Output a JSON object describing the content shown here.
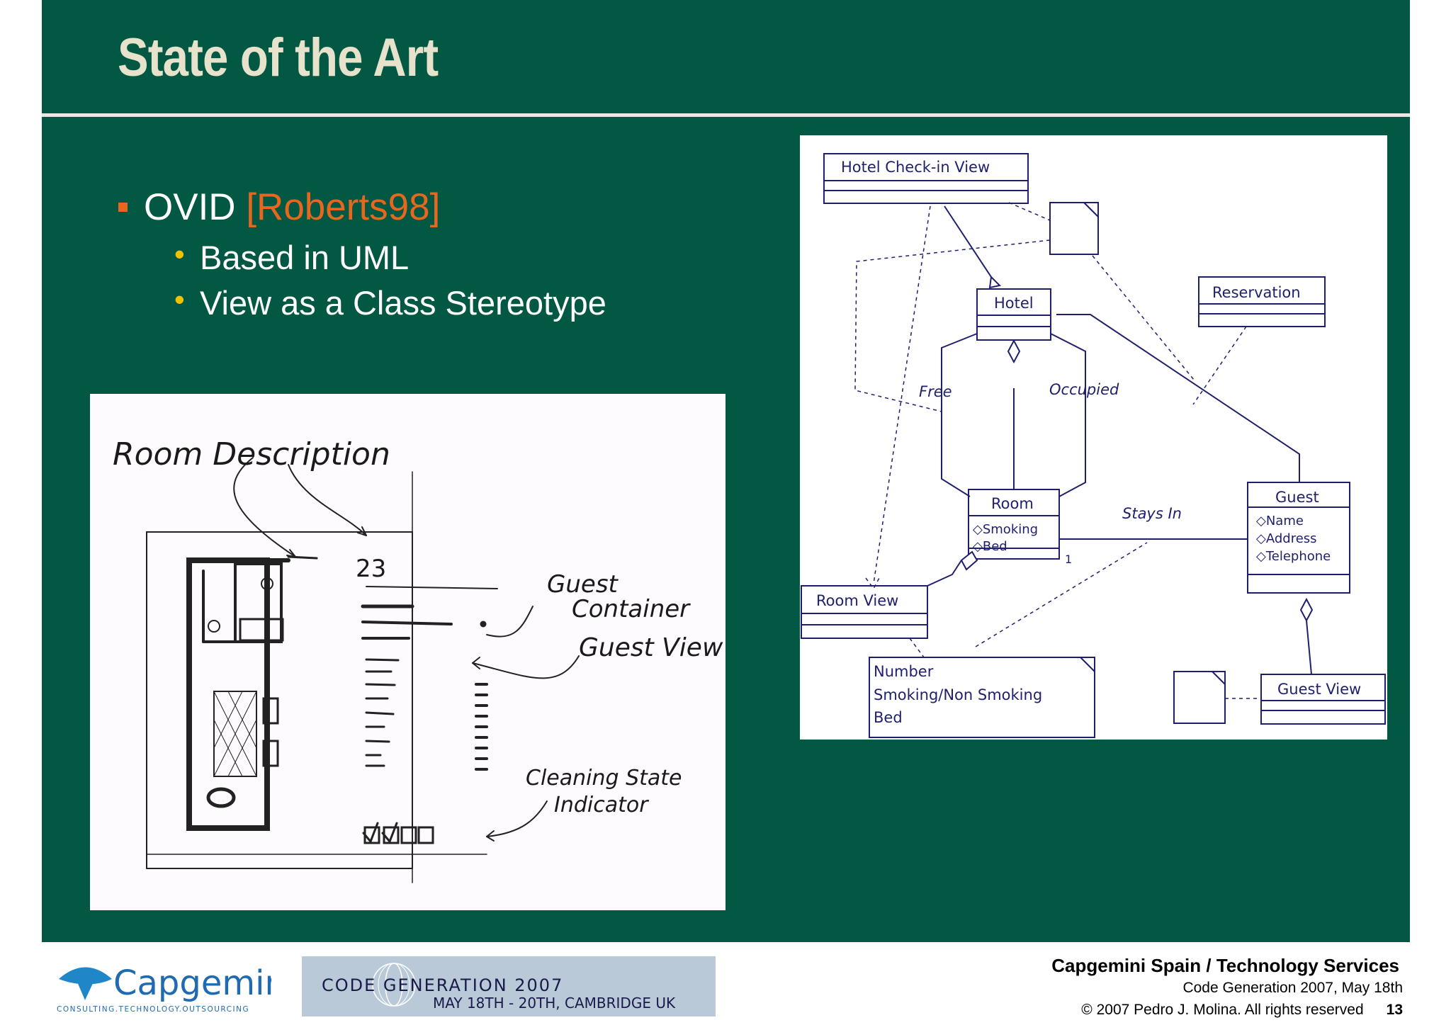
{
  "slide": {
    "title": "State of the Art",
    "bullet": {
      "text": "OVID ",
      "ref": "[Roberts98]"
    },
    "subbullets": [
      "Based in UML",
      "View as a Class Stereotype"
    ],
    "bullet_marker_color": "#e8671f",
    "sub_marker": "•",
    "sub_marker_color": "#f2c200",
    "background_color": "#035843"
  },
  "sketch": {
    "room_description": "Room Description",
    "room_number": "23",
    "guest_container": [
      "Guest",
      "Container"
    ],
    "guest_view": "Guest View",
    "cleaning": [
      "Cleaning State",
      "Indicator"
    ]
  },
  "uml": {
    "hotel_checkin_view": "Hotel Check-in View",
    "hotel": "Hotel",
    "reservation": "Reservation",
    "free": "Free",
    "occupied": "Occupied",
    "room": "Room",
    "room_attrs": [
      "◇Smoking",
      "◇Bed"
    ],
    "stays_in": "Stays In",
    "one": "1",
    "guest": "Guest",
    "guest_attrs": [
      "◇Name",
      "◇Address",
      "◇Telephone"
    ],
    "room_view": "Room View",
    "note_lines": [
      "Number",
      "Smoking/Non Smoking",
      "Bed"
    ],
    "guest_view": "Guest View"
  },
  "footer": {
    "logo": "Capgemini",
    "logo_tagline": "CONSULTING.TECHNOLOGY.OUTSOURCING",
    "banner_line1": "CODE GENERATION 2007",
    "banner_line2": "MAY 18TH - 20TH, CAMBRIDGE UK",
    "org": "Capgemini Spain / Technology Services",
    "event": "Code Generation 2007, May 18th",
    "copyright": "© 2007 Pedro J. Molina. All rights reserved",
    "page": "13"
  }
}
